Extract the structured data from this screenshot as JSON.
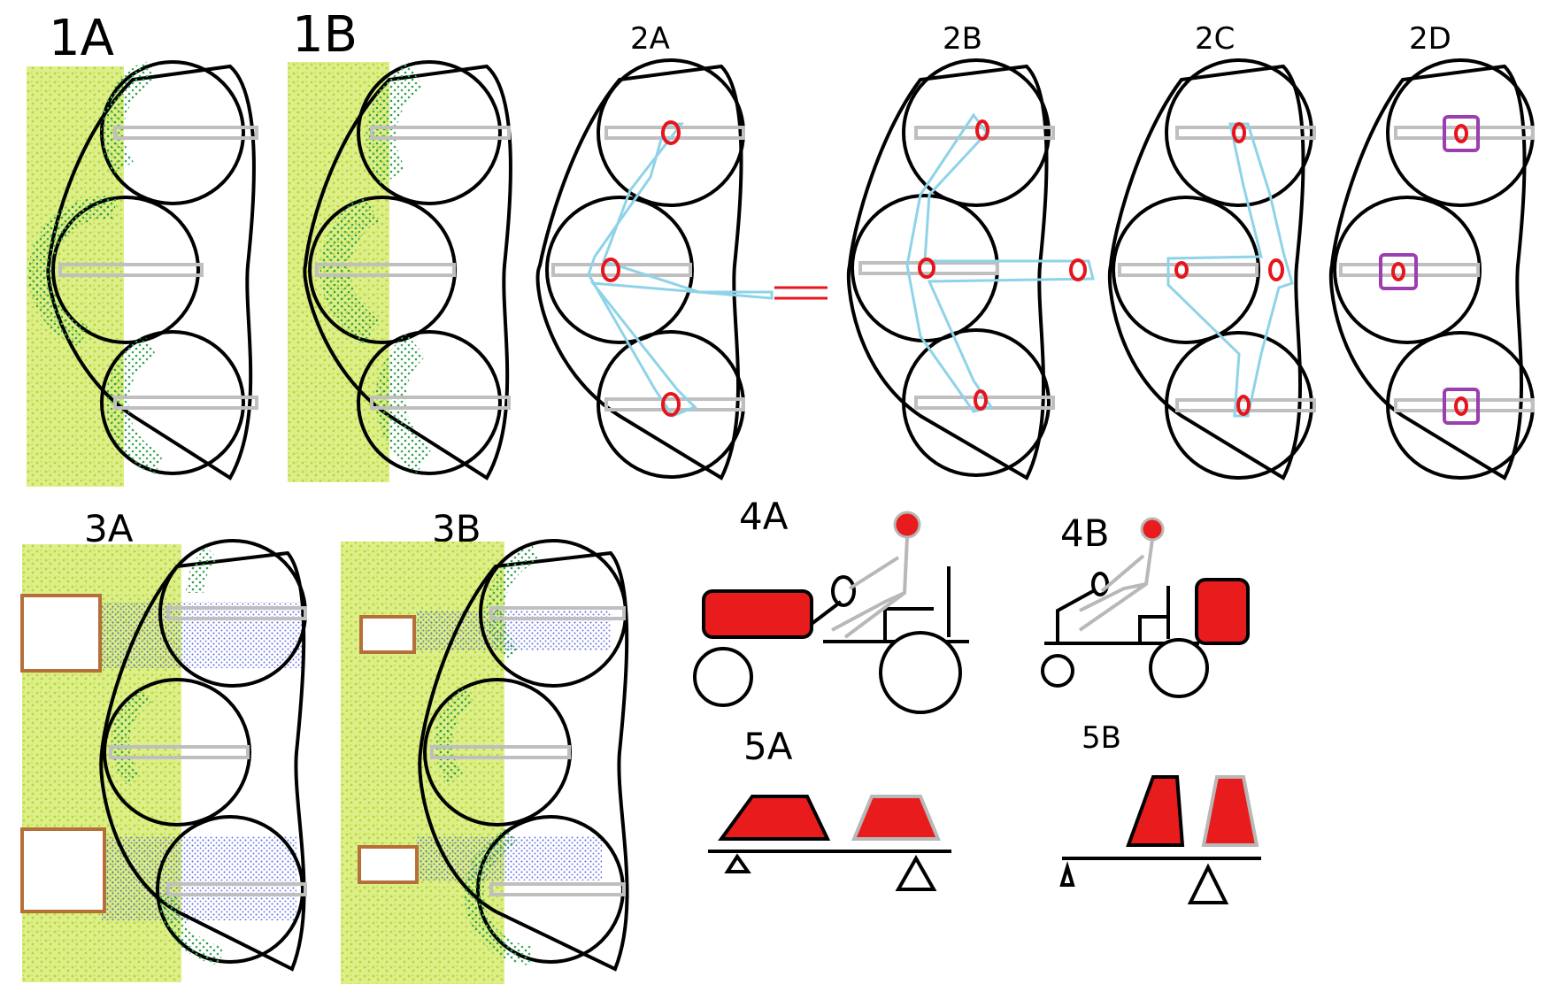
{
  "labels": {
    "p1a": "1A",
    "p1b": "1B",
    "p2a": "2A",
    "p2b": "2B",
    "p2c": "2C",
    "p2d": "2D",
    "p3a": "3A",
    "p3b": "3B",
    "p4a": "4A",
    "p4b": "4B",
    "p5a": "5A",
    "p5b": "5B"
  },
  "colors": {
    "outline": "#000000",
    "grass": "#c8e04a",
    "foliage": "#2e9e4a",
    "spray": "#3b4fd6",
    "bar": "#c0c0c0",
    "pivot": "#e8141c",
    "linkage": "#8fd3e8",
    "mount": "#9b3fb0",
    "box": "#b5703a",
    "red_fill": "#e81c1c",
    "grey": "#b8b8b8"
  }
}
